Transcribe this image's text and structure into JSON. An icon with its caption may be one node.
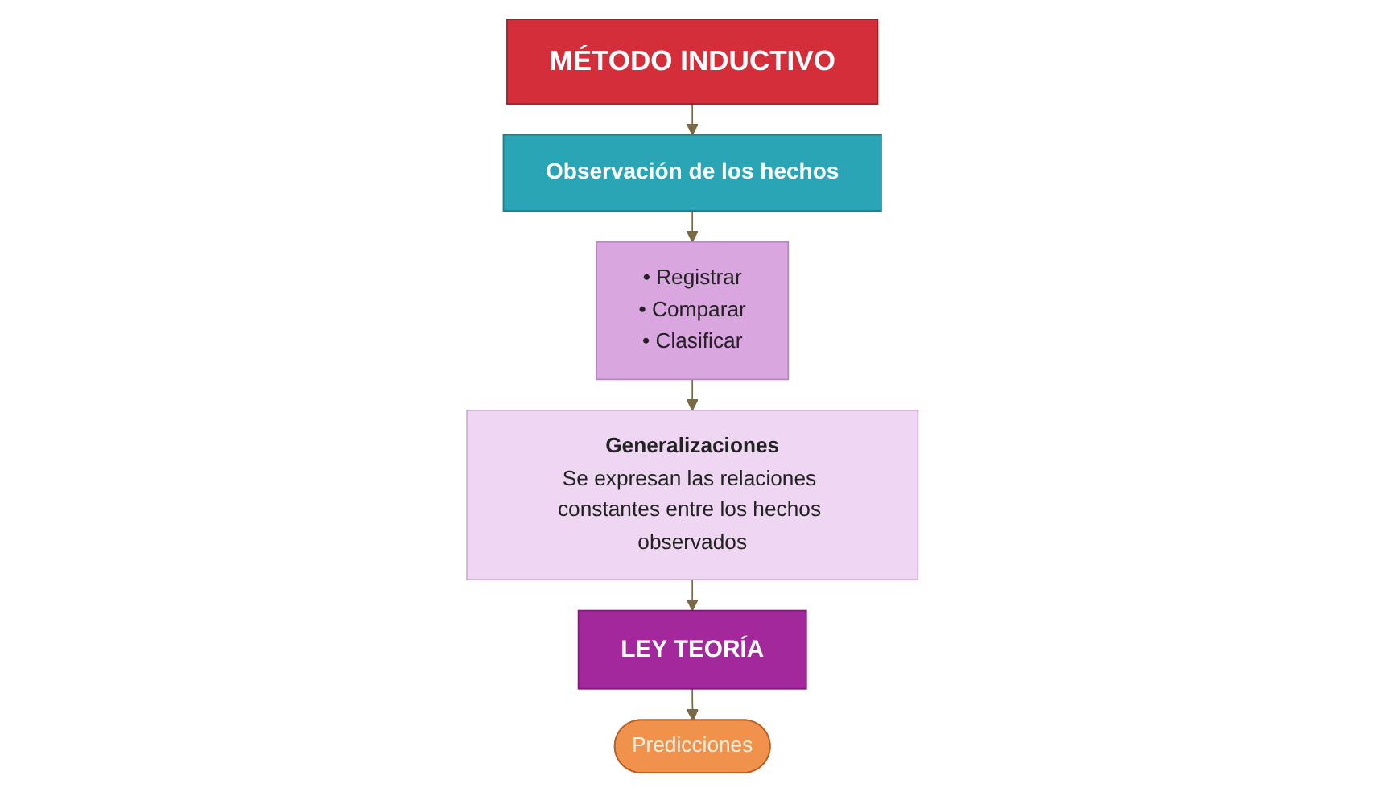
{
  "diagram": {
    "nodes": [
      {
        "text": [
          "MÉTODO INDUCTIVO"
        ]
      },
      {
        "text": [
          "Observación de los hechos"
        ]
      },
      {
        "text": [
          "• Registrar",
          "• Comparar",
          "• Clasificar"
        ]
      },
      {
        "text": [
          "Generalizaciones",
          "Se expresan las relaciones constantes entre los hechos observados"
        ]
      },
      {
        "text": [
          "LEY TEORÍA"
        ]
      },
      {
        "text": [
          "Predicciones"
        ]
      }
    ],
    "edges": [
      {
        "from": 0,
        "to": 1,
        "arrow": "to"
      },
      {
        "from": 1,
        "to": 2,
        "arrow": "to"
      },
      {
        "from": 2,
        "to": 3,
        "arrow": "to"
      },
      {
        "from": 3,
        "to": 4,
        "arrow": "to"
      },
      {
        "from": 4,
        "to": 5,
        "arrow": "to"
      }
    ]
  }
}
